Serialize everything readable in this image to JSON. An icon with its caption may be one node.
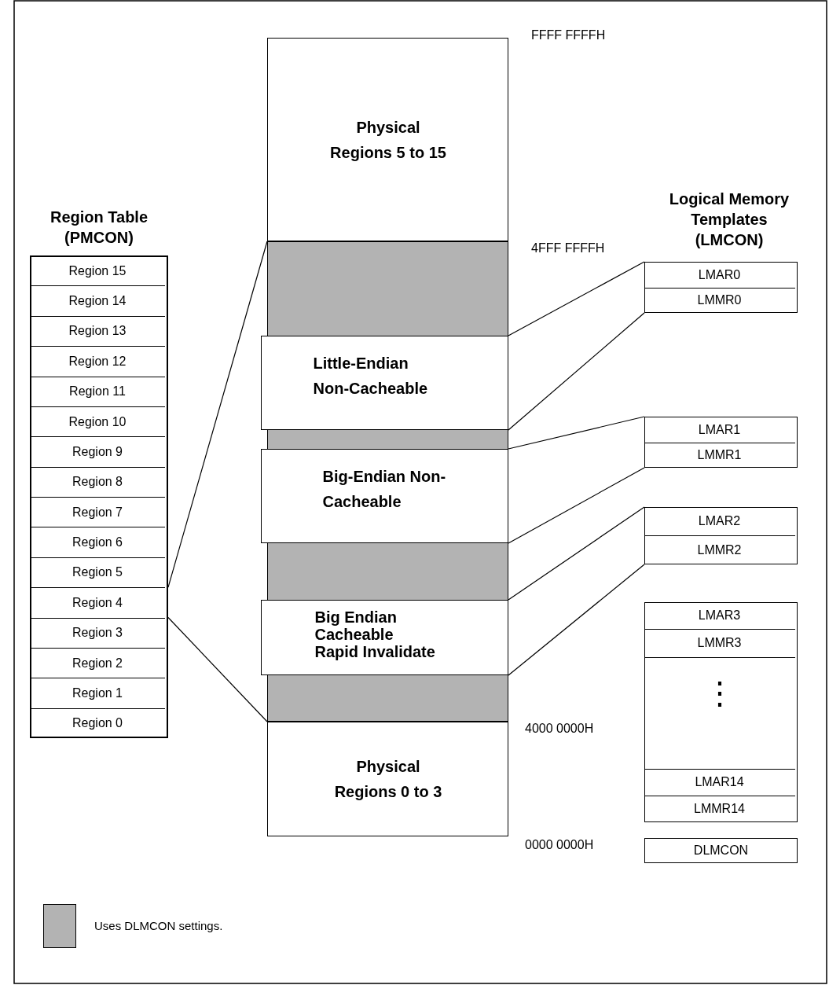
{
  "diagram": {
    "nodes": [
      {
        "text": [
          "Region Table (PMCON)"
        ]
      },
      {
        "text": [
          "Region 15"
        ],
        "in": 0
      },
      {
        "text": [
          "Region 14"
        ],
        "in": 0
      },
      {
        "text": [
          "Region 13"
        ],
        "in": 0
      },
      {
        "text": [
          "Region 12"
        ],
        "in": 0
      },
      {
        "text": [
          "Region 11"
        ],
        "in": 0
      },
      {
        "text": [
          "Region 10"
        ],
        "in": 0
      },
      {
        "text": [
          "Region 9"
        ],
        "in": 0
      },
      {
        "text": [
          "Region 8"
        ],
        "in": 0
      },
      {
        "text": [
          "Region 7"
        ],
        "in": 0
      },
      {
        "text": [
          "Region 6"
        ],
        "in": 0
      },
      {
        "text": [
          "Region 5"
        ],
        "in": 0
      },
      {
        "text": [
          "Region 4"
        ],
        "in": 0
      },
      {
        "text": [
          "Region 3"
        ],
        "in": 0
      },
      {
        "text": [
          "Region 2"
        ],
        "in": 0
      },
      {
        "text": [
          "Region 1"
        ],
        "in": 0
      },
      {
        "text": [
          "Region 0"
        ],
        "in": 0
      },
      {
        "text": [
          "Physical Regions 5 to 15"
        ]
      },
      {
        "text": [],
        "shape": "box"
      },
      {
        "text": [
          "Little-Endian Non-Cacheable"
        ],
        "in": 18
      },
      {
        "text": [
          "Big-Endian Non-Cacheable"
        ],
        "in": 18
      },
      {
        "text": [
          "Big Endian Cacheable Rapid Invalidate"
        ],
        "in": 18
      },
      {
        "text": [
          "Physical Regions 0 to 3"
        ]
      },
      {
        "text": [],
        "shape": "box"
      },
      {
        "text": [
          "LMAR0"
        ],
        "in": 23
      },
      {
        "text": [
          "LMMR0"
        ],
        "in": 23
      },
      {
        "text": [],
        "shape": "box"
      },
      {
        "text": [
          "LMAR1"
        ],
        "in": 26
      },
      {
        "text": [
          "LMMR1"
        ],
        "in": 26
      },
      {
        "text": [],
        "shape": "box"
      },
      {
        "text": [
          "LMAR2"
        ],
        "in": 29
      },
      {
        "text": [
          "LMMR2"
        ],
        "in": 29
      },
      {
        "text": [],
        "shape": "box"
      },
      {
        "text": [
          "LMAR3"
        ],
        "in": 32
      },
      {
        "text": [
          "LMMR3"
        ],
        "in": 32
      },
      {
        "text": [
          "⋮"
        ],
        "in": 32
      },
      {
        "text": [
          "LMAR14"
        ],
        "in": 32
      },
      {
        "text": [
          "LMMR14"
        ],
        "in": 32
      },
      {
        "text": [
          "DLMCON"
        ]
      }
    ],
    "edges": [
      {
        "from": 12,
        "to": 18,
        "arrow": "none"
      },
      {
        "from": 12,
        "to": 18,
        "arrow": "none"
      },
      {
        "from": 19,
        "to": 23,
        "arrow": "none"
      },
      {
        "from": 19,
        "to": 23,
        "arrow": "none"
      },
      {
        "from": 20,
        "to": 26,
        "arrow": "none"
      },
      {
        "from": 20,
        "to": 26,
        "arrow": "none"
      },
      {
        "from": 21,
        "to": 29,
        "arrow": "none"
      },
      {
        "from": 21,
        "to": 29,
        "arrow": "none"
      }
    ],
    "labels": [
      "FFFF FFFFH",
      "Logical Memory Templates (LMCON)",
      "4FFF FFFFH",
      "4000 0000H",
      "0000 0000H"
    ],
    "legend": [
      {
        "text": "Uses DLMCON settings.",
        "color": "#b3b3b3"
      }
    ]
  }
}
